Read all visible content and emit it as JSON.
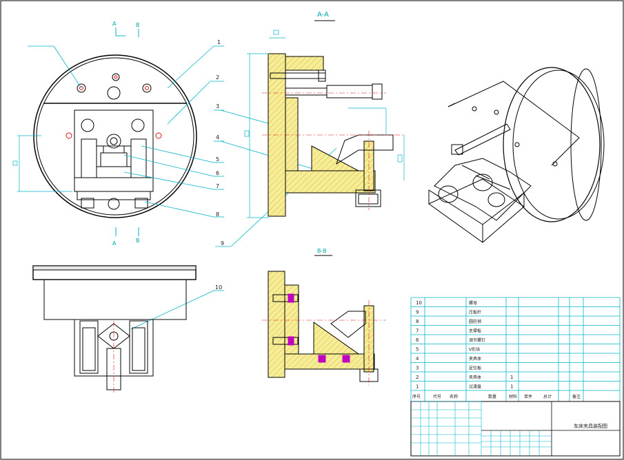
{
  "colors": {
    "outline": "#000000",
    "leader": "#00b4c8",
    "hatch_fill": "#f5e88a",
    "hatch_line": "#c8b400",
    "table_line": "#00b4c8",
    "accent_red": "#e01010",
    "accent_magenta": "#c000c0",
    "accent_green": "#00a000"
  },
  "views": {
    "section_aa_title": "A-A",
    "section_bb_title": "B-B",
    "cut_a_top": "A",
    "cut_b_top": "B",
    "cut_a_bottom": "A",
    "cut_b_bottom": "B"
  },
  "balloons": [
    "1",
    "2",
    "3",
    "4",
    "5",
    "6",
    "7",
    "8",
    "9",
    "10"
  ],
  "bom": {
    "rows": [
      {
        "no": "10",
        "name": "螺母"
      },
      {
        "no": "9",
        "name": "压板杆"
      },
      {
        "no": "8",
        "name": "圆柱销"
      },
      {
        "no": "7",
        "name": "支撑板"
      },
      {
        "no": "6",
        "name": "调节螺钉"
      },
      {
        "no": "5",
        "name": "V形块"
      },
      {
        "no": "4",
        "name": "夹具体"
      },
      {
        "no": "3",
        "name": "定位板"
      },
      {
        "no": "2",
        "name": "夹具体",
        "qty": "1"
      },
      {
        "no": "1",
        "name": "过渡盘",
        "qty": "1"
      }
    ],
    "header": [
      "序号",
      "代号",
      "名称",
      "数量",
      "材料",
      "单件",
      "总计",
      "备注"
    ]
  },
  "title_block": {
    "drawing_name": "车床夹具装配图"
  }
}
